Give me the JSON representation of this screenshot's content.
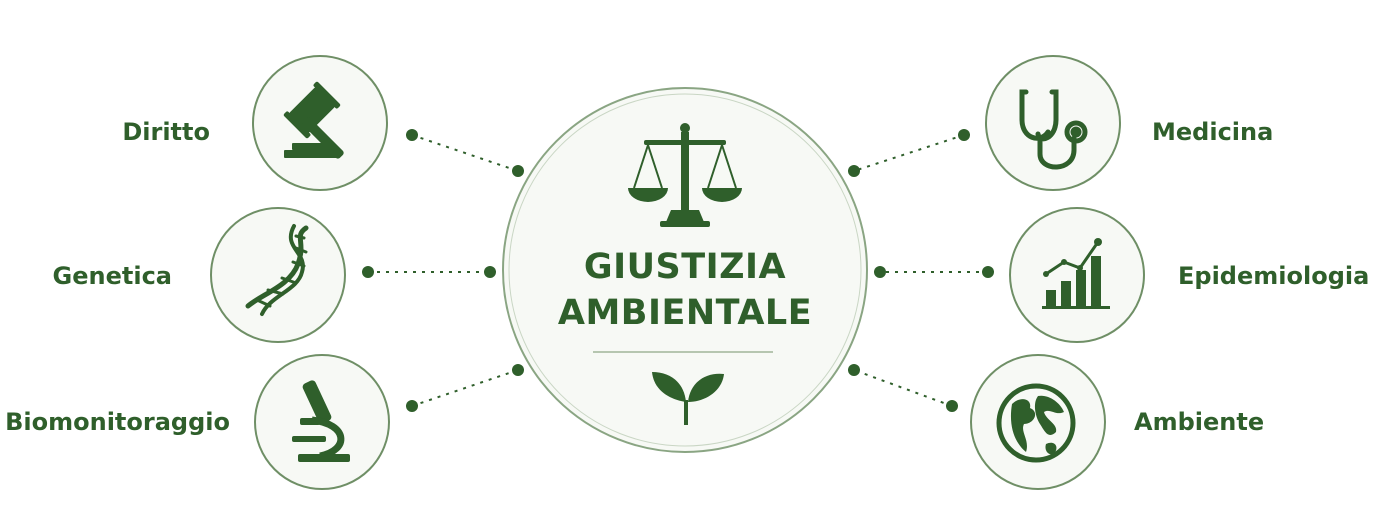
{
  "center": {
    "title_line1": "GIUSTIZIA",
    "title_line2": "AMBIENTALE",
    "icon_top": "scales-of-justice-icon",
    "icon_bottom": "sprout-icon"
  },
  "nodes_left": [
    {
      "label": "Diritto",
      "icon": "gavel-icon"
    },
    {
      "label": "Genetica",
      "icon": "dna-icon"
    },
    {
      "label": "Biomonitoraggio",
      "icon": "microscope-icon"
    }
  ],
  "nodes_right": [
    {
      "label": "Medicina",
      "icon": "stethoscope-icon"
    },
    {
      "label": "Epidemiologia",
      "icon": "bar-chart-icon"
    },
    {
      "label": "Ambiente",
      "icon": "globe-icon"
    }
  ],
  "colors": {
    "accent": "#2f5f2b",
    "circle_stroke": "#6f8f66",
    "circle_fill": "#f7f9f5"
  }
}
